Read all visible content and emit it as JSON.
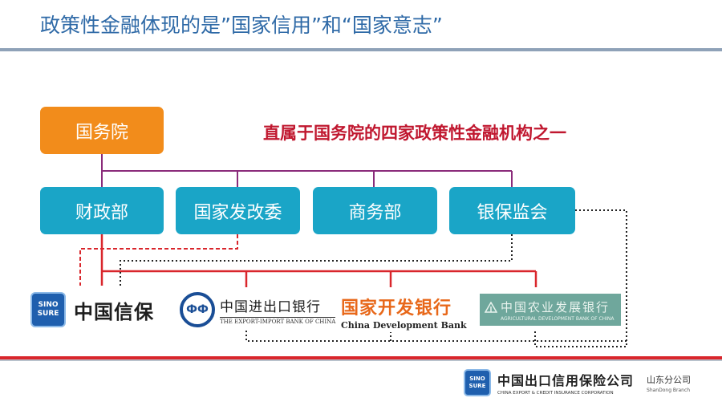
{
  "title": "政策性金融体现的是”国家信用”和“国家意志”",
  "headline": "直属于国务院的四家政策性金融机构之一",
  "root": {
    "label": "国务院"
  },
  "ministries": [
    {
      "label": "财政部"
    },
    {
      "label": "国家发改委"
    },
    {
      "label": "商务部"
    },
    {
      "label": "银保监会"
    }
  ],
  "institutions": {
    "sinosure": {
      "badge_line1": "SINO",
      "badge_line2": "SURE",
      "name": "中国信保"
    },
    "exim": {
      "mark": "ФФ",
      "name": "中国进出口银行",
      "english": "THE EXPORT-IMPORT BANK OF CHINA"
    },
    "cdb": {
      "name": "国家开发银行",
      "english": "China Development Bank"
    },
    "adbc": {
      "name": "中国农业发展银行",
      "english": "AGRICULTURAL DEVELOPMENT BANK OF CHINA"
    }
  },
  "footer": {
    "badge_line1": "SINO",
    "badge_line2": "SURE",
    "company_cn": "中国出口信用保险公司",
    "company_en": "CHINA EXPORT & CREDIT INSURANCE CORPORATION",
    "branch_cn": "山东分公司",
    "branch_en": "ShanDong Branch"
  },
  "colors": {
    "title": "#2f6aa7",
    "root_box": "#f28c1b",
    "ministry_box": "#1aa5c7",
    "connector": "#8a2b7a",
    "red_line": "#d9262c",
    "headline": "#c0172f"
  }
}
